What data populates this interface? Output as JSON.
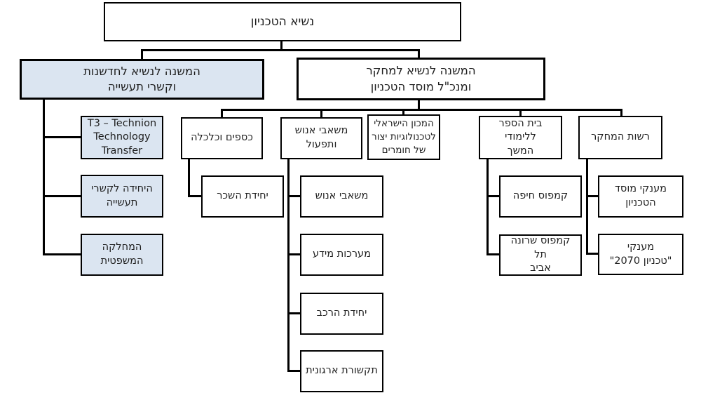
{
  "diagram_title": "Technion organizational chart",
  "colors": {
    "background": "#ffffff",
    "box_fill": "#ffffff",
    "highlight_fill": "#dbe5f1",
    "border": "#000000",
    "connector": "#000000",
    "text": "#1f1f1f"
  },
  "org_chart": {
    "president": {
      "label": "נשיא הטכניון"
    },
    "vp_innovation": {
      "label": "המשנה לנשיא לחדשנות\nוקשרי תעשייה"
    },
    "t3": {
      "label": "T3 – Technion\nTechnology\nTransfer"
    },
    "industry_liaison": {
      "label": "היחידה לקשרי\nתעשייה"
    },
    "legal_dept": {
      "label": "המחלקה\nהמשפטית"
    },
    "vp_research": {
      "label": "המשנה לנשיא למחקר\nומנכ\"ל מוסד הטכניון"
    },
    "finance": {
      "label": "כספים וכלכלה"
    },
    "salary_unit": {
      "label": "יחידת השכר"
    },
    "hr_ops": {
      "label": "משאבי אנוש\nותפעול"
    },
    "hr": {
      "label": "משאבי אנוש"
    },
    "info_systems": {
      "label": "מערכות מידע"
    },
    "vehicle_unit": {
      "label": "יחידת הרכב"
    },
    "org_comm": {
      "label": "תקשורת ארגונית"
    },
    "materials_institute": {
      "label": "המכון הישראלי\nלטכנולוגיות יצור\nשל חומרים"
    },
    "continuing_ed": {
      "label": "בית הספר ללימודי\nהמשך"
    },
    "haifa_campus": {
      "label": "קמפוס חיפה"
    },
    "sarona_campus": {
      "label": "קמפוס שרונה תל\nאביב"
    },
    "research_authority": {
      "label": "רשות המחקר"
    },
    "technion_grants": {
      "label": "מענקי מוסד\nהטכניון"
    },
    "technion2070_grants": {
      "label": "מענקי\n\"טכניון 2070\""
    }
  }
}
